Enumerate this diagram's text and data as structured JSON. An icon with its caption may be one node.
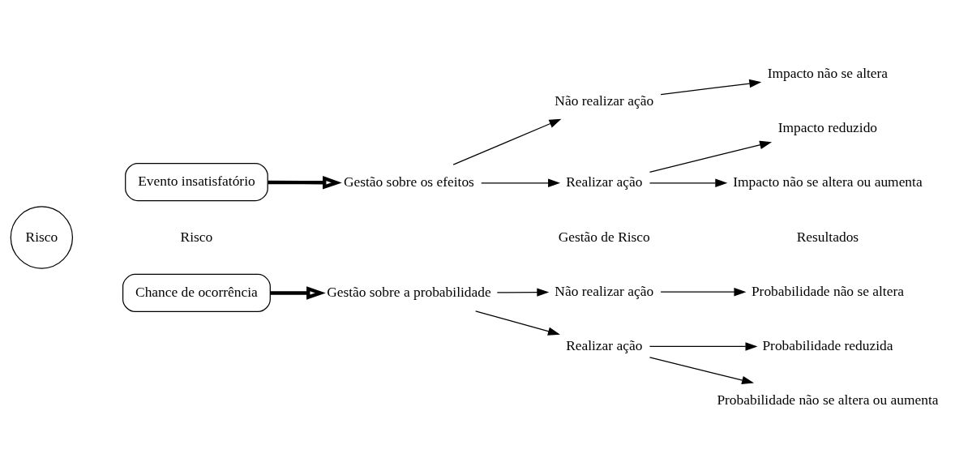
{
  "diagram": {
    "nodes": [
      {
        "text": [
          "Risco"
        ]
      },
      {
        "text": [
          "Evento insatisfatório"
        ]
      },
      {
        "text": [
          "Chance de ocorrência"
        ]
      },
      {
        "text": [
          "Gestão sobre os efeitos"
        ]
      },
      {
        "text": [
          "Realizar ação"
        ]
      },
      {
        "text": [
          "Não realizar ação"
        ]
      },
      {
        "text": [
          "Impacto reduzido"
        ]
      },
      {
        "text": [
          "Impacto não se altera ou aumenta"
        ]
      },
      {
        "text": [
          "Impacto não se altera"
        ]
      },
      {
        "text": [
          "Gestão sobre a probabilidade"
        ]
      },
      {
        "text": [
          "Realizar ação"
        ]
      },
      {
        "text": [
          "Não realizar ação"
        ]
      },
      {
        "text": [
          "Probabilidade reduzida"
        ]
      },
      {
        "text": [
          "Probabilidade não se altera ou aumenta"
        ]
      },
      {
        "text": [
          "Probabilidade não se altera"
        ]
      }
    ],
    "edges": [
      {
        "from": 1,
        "to": 3,
        "arrow": "to",
        "style": "thick"
      },
      {
        "from": 3,
        "to": 4,
        "arrow": "to"
      },
      {
        "from": 3,
        "to": 5,
        "arrow": "to"
      },
      {
        "from": 4,
        "to": 6,
        "arrow": "to"
      },
      {
        "from": 4,
        "to": 7,
        "arrow": "to"
      },
      {
        "from": 5,
        "to": 8,
        "arrow": "to"
      },
      {
        "from": 2,
        "to": 9,
        "arrow": "to",
        "style": "thick"
      },
      {
        "from": 9,
        "to": 10,
        "arrow": "to"
      },
      {
        "from": 9,
        "to": 11,
        "arrow": "to"
      },
      {
        "from": 10,
        "to": 12,
        "arrow": "to"
      },
      {
        "from": 10,
        "to": 13,
        "arrow": "to"
      },
      {
        "from": 11,
        "to": 14,
        "arrow": "to"
      }
    ],
    "labels": [
      "Risco",
      "Gestão de Risco",
      "Resultados"
    ]
  }
}
